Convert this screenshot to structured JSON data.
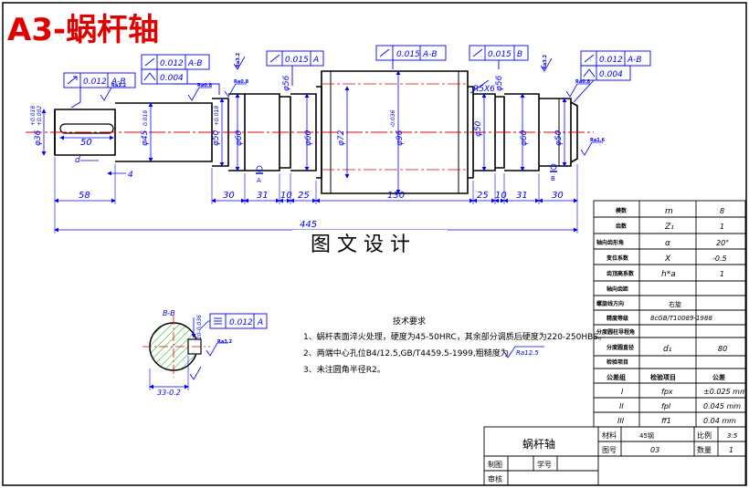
{
  "sheet_title": "A3-蜗杆轴",
  "watermark": "图 文 设 计",
  "dimensions": {
    "d_left_end": "φ36",
    "d_left_end_tol_upper": "+0.018",
    "d_left_end_tol_lower": "+0.002",
    "keyway_len": "50",
    "d_shoulder": "φ45",
    "d_shoulder_tol": "0.018",
    "d_bearing_left": "φ50",
    "d_bearing_left_tol": "+0.018",
    "d_60_a": "φ60",
    "d_56": "φ56",
    "d_60_b": "φ60",
    "d_72": "φ72",
    "d_worm": "φ96",
    "d_worm_tol": "-0.036",
    "d_50_right": "φ50",
    "d_56_right": "φ56",
    "d_60_right": "φ60",
    "d_bearing_right": "φ50",
    "chamfer": "R5X6",
    "gap_4": "4",
    "len_58": "58",
    "len_30a": "30",
    "len_31a": "31",
    "len_10a": "10",
    "len_25a": "25",
    "len_130": "130",
    "len_25b": "25",
    "len_10b": "10",
    "len_31b": "31",
    "len_30b": "30",
    "len_total": "445",
    "label_d": "d"
  },
  "gdt": {
    "frame1_tol": "0.012",
    "frame1_ref": "A-B",
    "frame2a_tol": "0.012",
    "frame2a_ref": "A-B",
    "frame2b_tol": "0.004",
    "frame3_tol": "0.015",
    "frame3_ref": "A",
    "frame4_tol": "0.015",
    "frame4_ref": "A-B",
    "frame5_tol": "0.015",
    "frame5_ref": "B",
    "frame6a_tol": "0.012",
    "frame6a_ref": "A-B",
    "frame6b_tol": "0.004",
    "section_tol": "0.012",
    "section_ref": "A",
    "datum_a": "A",
    "datum_b": "B",
    "rough_08": "Ra0.8",
    "rough_32": "Ra3.2",
    "rough_16": "Ra1.6"
  },
  "section": {
    "label": "B-B",
    "key_depth": "10-0.036",
    "depth_dim": "33-0.2",
    "roughness": "Ra3.2"
  },
  "notes": {
    "title": "技术要求",
    "lines": [
      "1、蜗杆表面淬火处理，硬度为45-50HRC，其余部分调质后硬度为220-250HBS。",
      "2、两端中心孔位B4/12.5,GB/T4459.5-1999,粗糙度为",
      "3、未注圆角半径R2。"
    ],
    "line2_roughness": "Ra12.5"
  },
  "params": [
    {
      "label": "模数",
      "sym": "m",
      "val": "8"
    },
    {
      "label": "齿数",
      "sym": "Z₁",
      "val": "1"
    },
    {
      "label": "轴向齿形角",
      "sym": "α",
      "val": "20°"
    },
    {
      "label": "变位系数",
      "sym": "X",
      "val": "-0.5"
    },
    {
      "label": "齿顶高系数",
      "sym": "h*a",
      "val": "1"
    },
    {
      "label": "轴向齿距",
      "sym": "",
      "val": ""
    },
    {
      "label": "螺旋线方向",
      "sym": "",
      "val": "右旋"
    },
    {
      "label": "精度等级",
      "sym": "",
      "val": "8cGB/T10089-1988"
    },
    {
      "label": "分度圆直径",
      "sym": "d₁",
      "val": "80"
    },
    {
      "label": "检验项目",
      "sym": "",
      "val": ""
    }
  ],
  "param_mid_header": "分度圆柱导程角",
  "check_header": {
    "group": "公差组",
    "item": "检验项目",
    "value": "公差"
  },
  "checks": [
    {
      "group": "I",
      "item": "fpx",
      "value": "±0.025 mm"
    },
    {
      "group": "II",
      "item": "fpl",
      "value": "0.045 mm"
    },
    {
      "group": "III",
      "item": "ff1",
      "value": "0.04 mm"
    }
  ],
  "title_block": {
    "part_name": "蜗杆轴",
    "material_label": "材料",
    "material": "45钢",
    "scale_label": "比例",
    "scale": "3:5",
    "drawing_no_label": "图号",
    "drawing_no": "03",
    "qty_label": "数量",
    "qty": "1",
    "drawn_label": "制图",
    "student_no_label": "学号",
    "check_label": "审核"
  }
}
